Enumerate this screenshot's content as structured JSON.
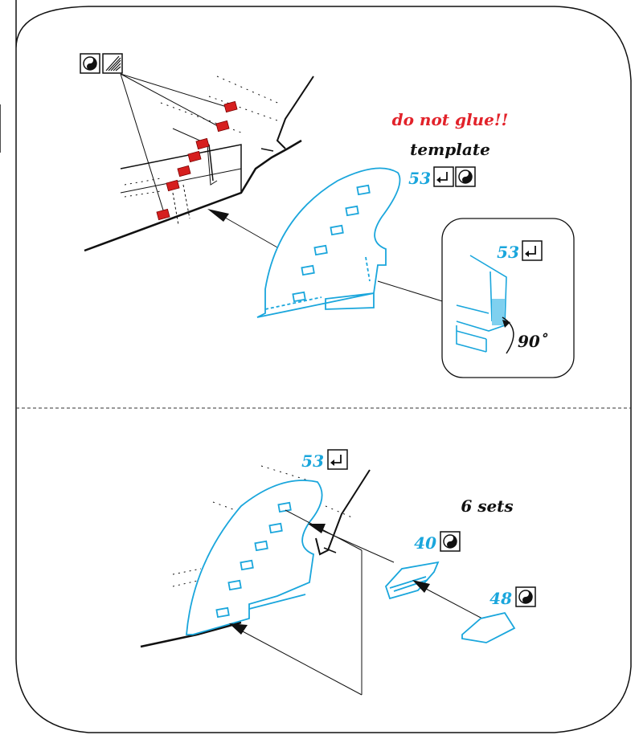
{
  "colors": {
    "part_blue": "#1aa6dc",
    "warning_red": "#e2222a",
    "glue_red": "#d61f1f",
    "line": "#111111"
  },
  "top": {
    "warning": "do not glue!!",
    "template_label": "template",
    "part_53": "53",
    "inset_part": "53",
    "angle": "90˚",
    "icons": [
      "paint-icon",
      "glue-icon"
    ]
  },
  "bottom": {
    "part_53": "53",
    "sets_label": "6 sets",
    "part_40": "40",
    "part_48": "48"
  }
}
